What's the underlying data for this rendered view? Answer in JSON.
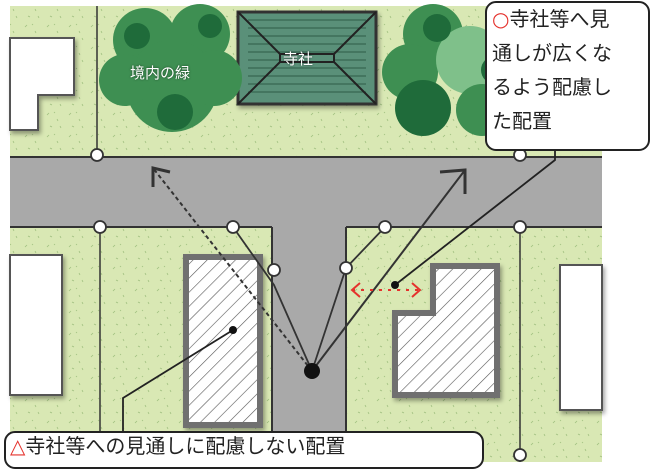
{
  "labels": {
    "temple": "寺社",
    "greenery": "境内の緑"
  },
  "callout_good": {
    "mark": "○",
    "line1": "寺社等へ見",
    "line2": "通しが広くな",
    "line3": "るよう配慮し",
    "line4": "た配置"
  },
  "callout_bad": {
    "mark": "△",
    "text": "寺社等への見通しに配慮しない配置"
  },
  "colors": {
    "lawn": "#d9e8b4",
    "road": "#a9a9a9",
    "tree_dark": "#1f6b3a",
    "tree_mid": "#3e8f52",
    "tree_light": "#7fc08a",
    "temple_roof": "#5a9079",
    "accent_red": "#e5322d"
  }
}
